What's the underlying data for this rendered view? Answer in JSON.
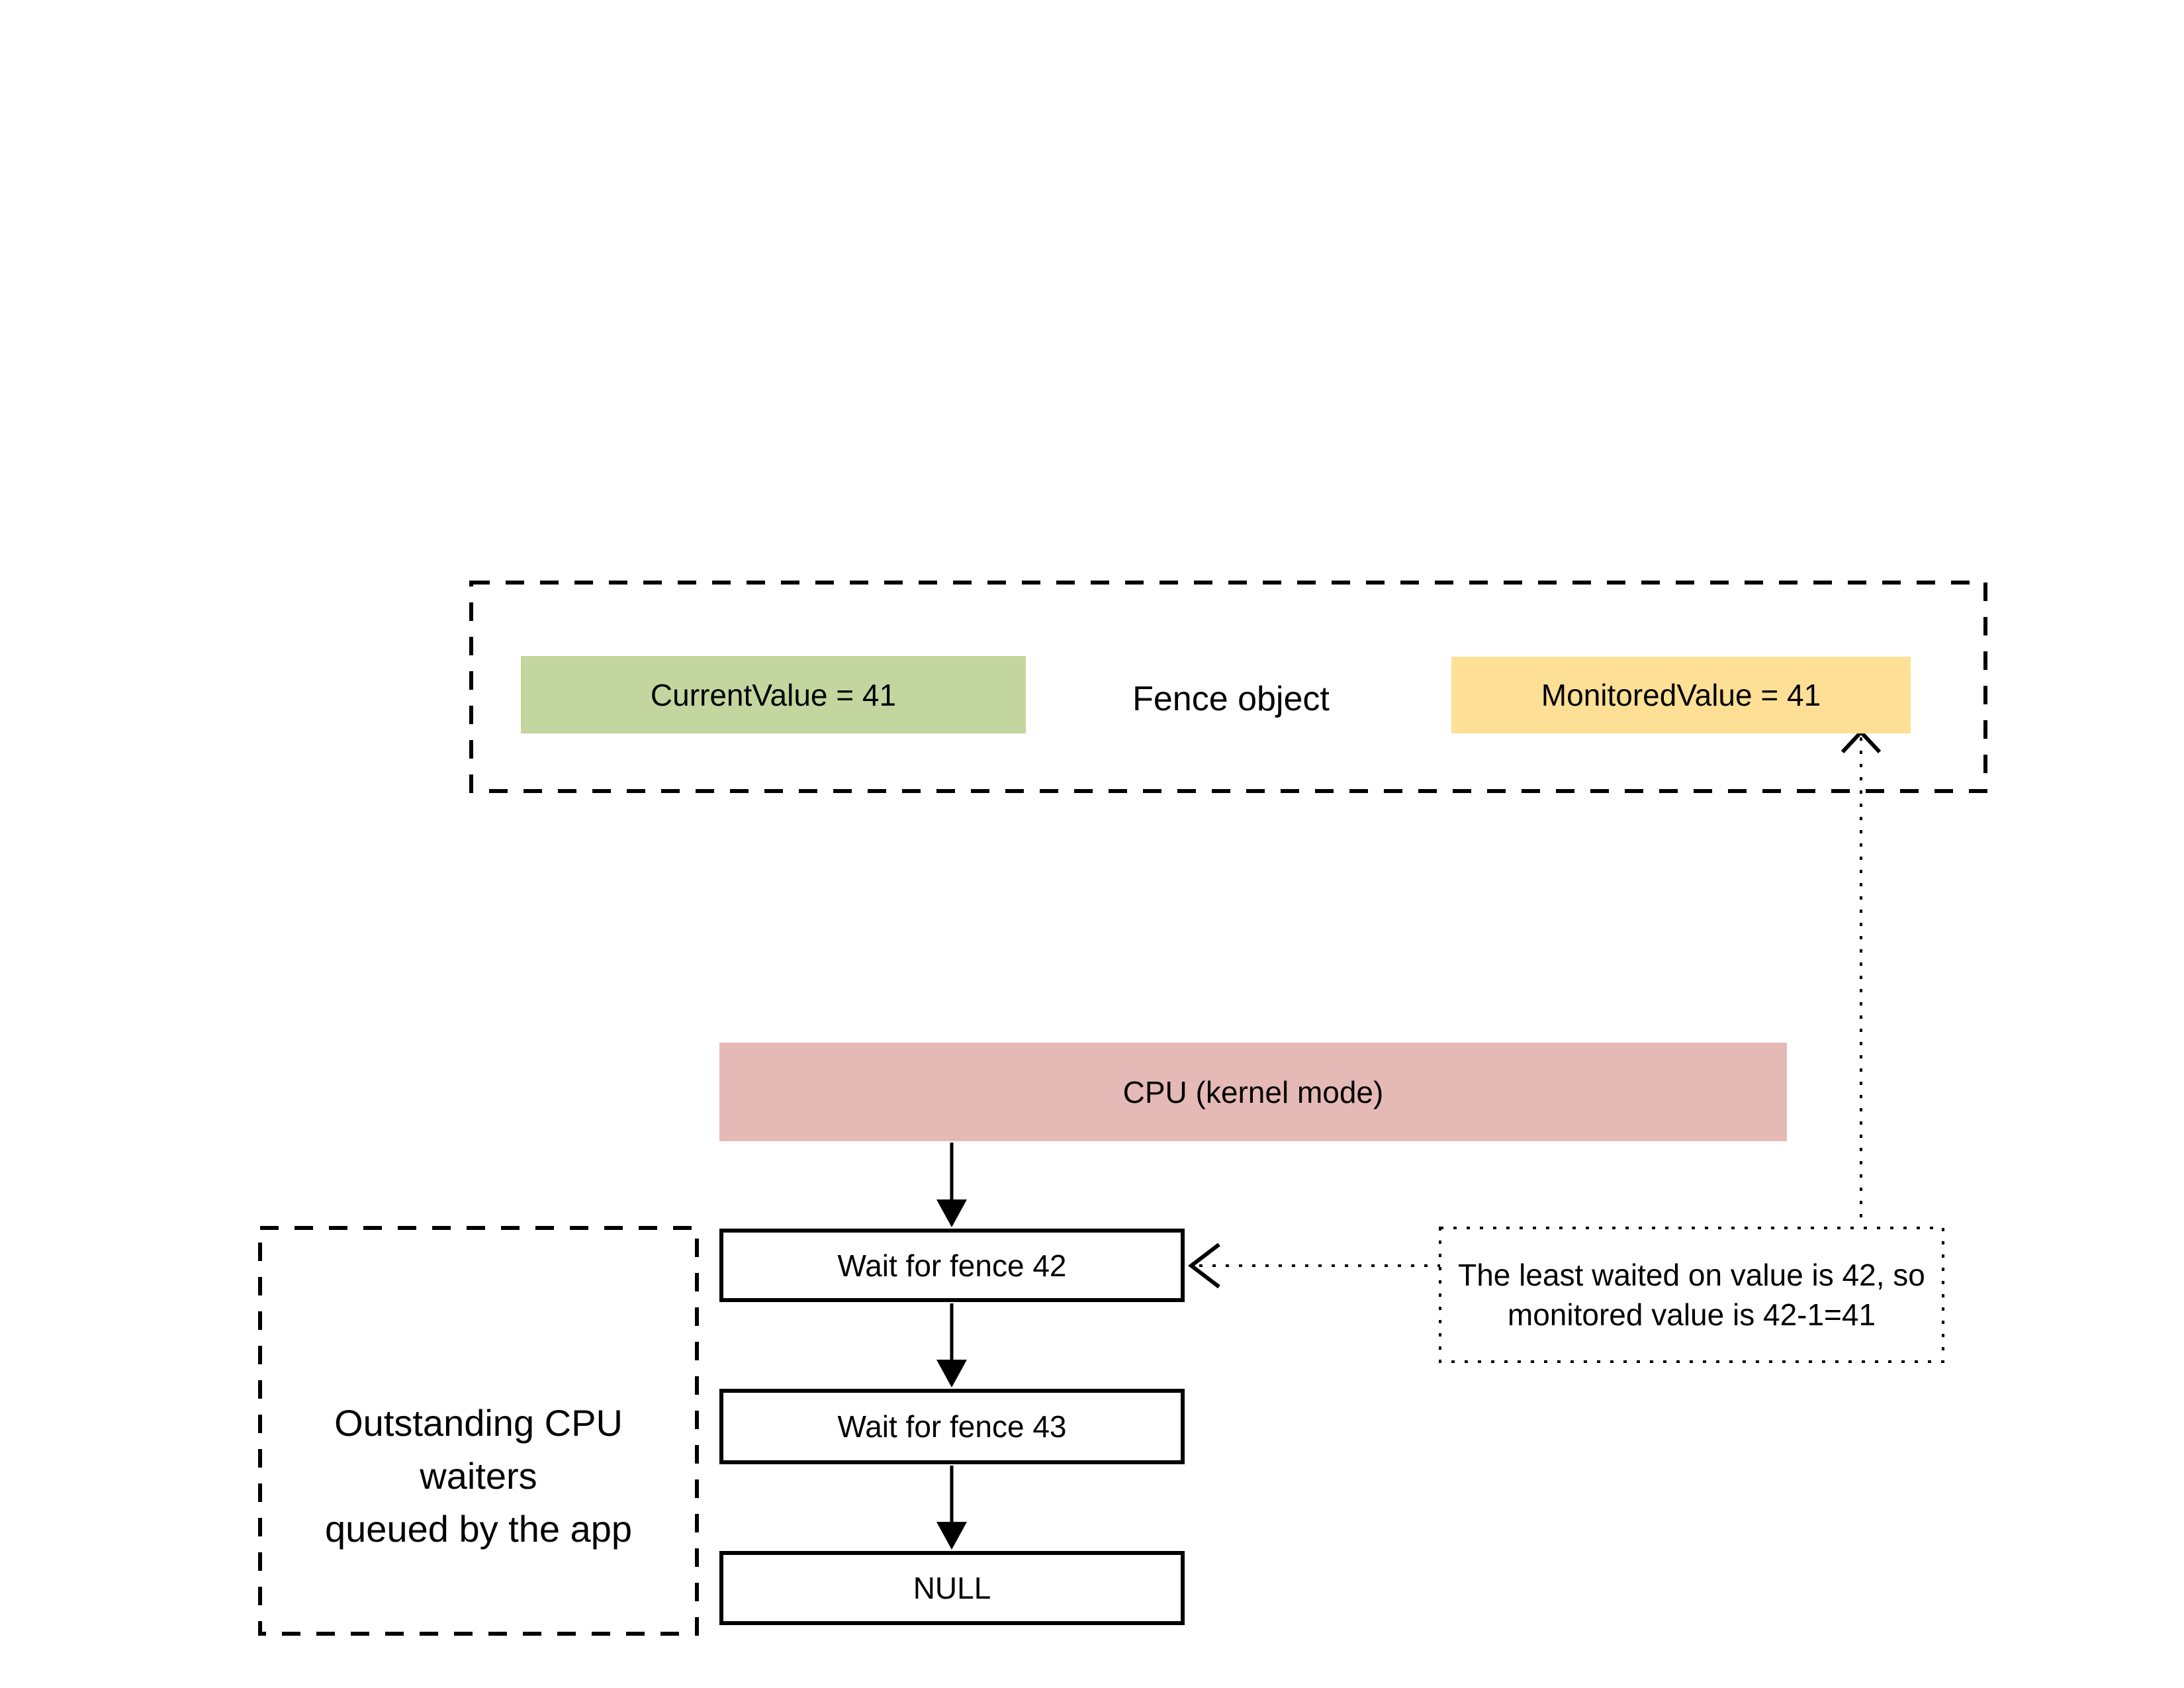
{
  "fence_object": {
    "label": "Fence object",
    "current_value_label": "CurrentValue = 41",
    "monitored_value_label": "MonitoredValue = 41"
  },
  "cpu": {
    "label": "CPU (kernel mode)"
  },
  "waiter_queue": {
    "label_lines": [
      "Outstanding CPU waiters",
      "queued by the app"
    ],
    "items": [
      "Wait for fence 42",
      "Wait for fence 43",
      "NULL"
    ]
  },
  "annotation": {
    "lines": [
      "The least waited on value is 42, so",
      "monitored value is 42-1=41"
    ]
  },
  "colors": {
    "current_value_bg": "#c3d69f",
    "monitored_value_bg": "#fde095",
    "cpu_bg": "#e5bab6",
    "stroke": "#000000",
    "background": "#ffffff"
  }
}
